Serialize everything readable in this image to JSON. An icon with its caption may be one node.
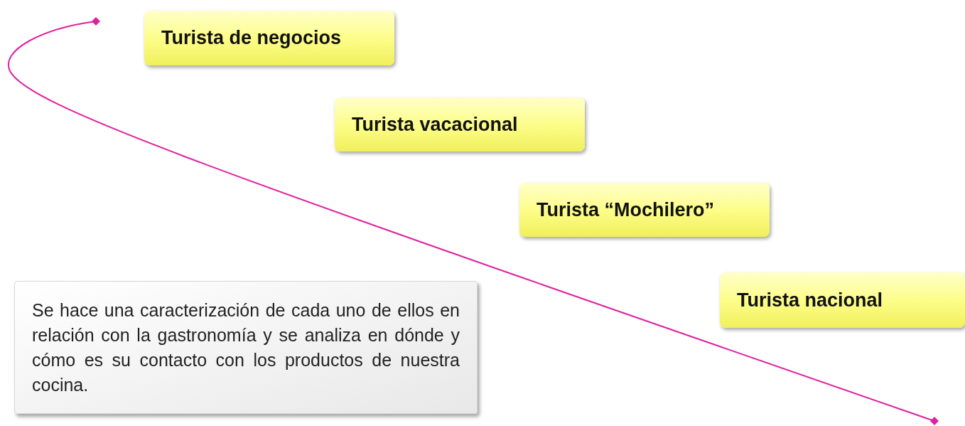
{
  "diagram": {
    "nodes": [
      {
        "text": [
          "Turista de negocios"
        ]
      },
      {
        "text": [
          "Turista vacacional"
        ]
      },
      {
        "text": [
          "Turista “Mochilero”"
        ]
      },
      {
        "text": [
          "Turista nacional"
        ]
      },
      {
        "text": [
          "Se hace una caracterización de cada uno de ellos en relación con la gastronomía y se analiza en dónde y cómo es su contacto con los productos de nuestra cocina."
        ]
      }
    ]
  }
}
